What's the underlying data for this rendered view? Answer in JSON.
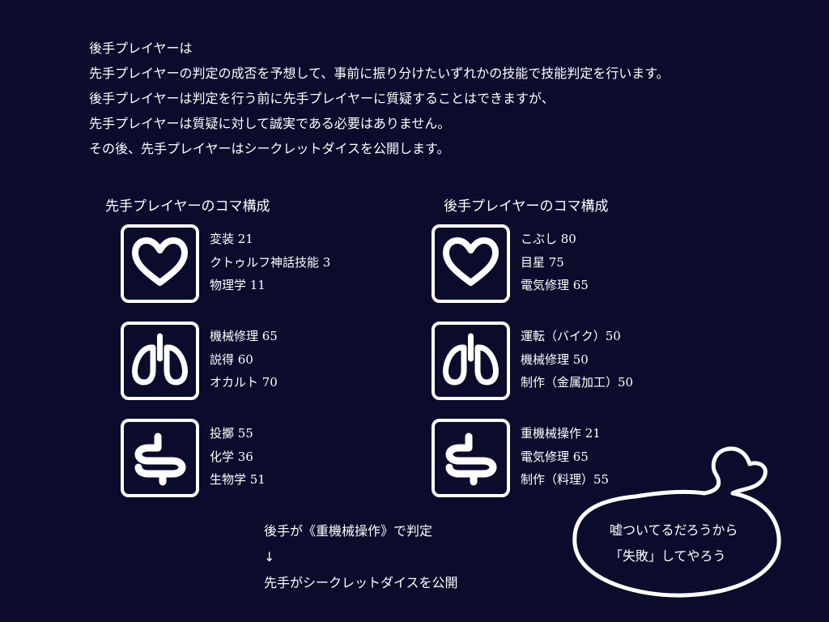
{
  "intro": [
    "後手プレイヤーは",
    "先手プレイヤーの判定の成否を予想して、事前に振り分けたいずれかの技能で技能判定を行います。",
    "後手プレイヤーは判定を行う前に先手プレイヤーに質疑することはできますが、",
    "先手プレイヤーは質疑に対して誠実である必要はありません。",
    "その後、先手プレイヤーはシークレットダイスを公開します。"
  ],
  "first_player": {
    "heading": "先手プレイヤーのコマ構成",
    "pieces": [
      {
        "icon": "heart-icon",
        "skills": [
          "変装 21",
          "クトゥルフ神話技能 3",
          "物理学 11"
        ]
      },
      {
        "icon": "lungs-icon",
        "skills": [
          "機械修理 65",
          "説得 60",
          "オカルト 70"
        ]
      },
      {
        "icon": "intestine-icon",
        "skills": [
          "投擲 55",
          "化学 36",
          "生物学 51"
        ]
      }
    ]
  },
  "second_player": {
    "heading": "後手プレイヤーのコマ構成",
    "pieces": [
      {
        "icon": "heart-icon",
        "skills": [
          "こぶし 80",
          "目星 75",
          "電気修理 65"
        ]
      },
      {
        "icon": "lungs-icon",
        "skills": [
          "運転（バイク）50",
          "機械修理 50",
          "制作（金属加工）50"
        ]
      },
      {
        "icon": "intestine-icon",
        "skills": [
          "重機械操作 21",
          "電気修理 65",
          "制作（料理）55"
        ]
      }
    ]
  },
  "result": {
    "line1": "後手が《重機械操作》で判定",
    "arrow": "↓",
    "line2": "先手がシークレットダイスを公開"
  },
  "thought_bubble": {
    "line1": "嘘ついてるだろうから",
    "line2": "「失敗」してやろう"
  },
  "colors": {
    "background": "#0b0b2c",
    "foreground": "#ffffff"
  }
}
